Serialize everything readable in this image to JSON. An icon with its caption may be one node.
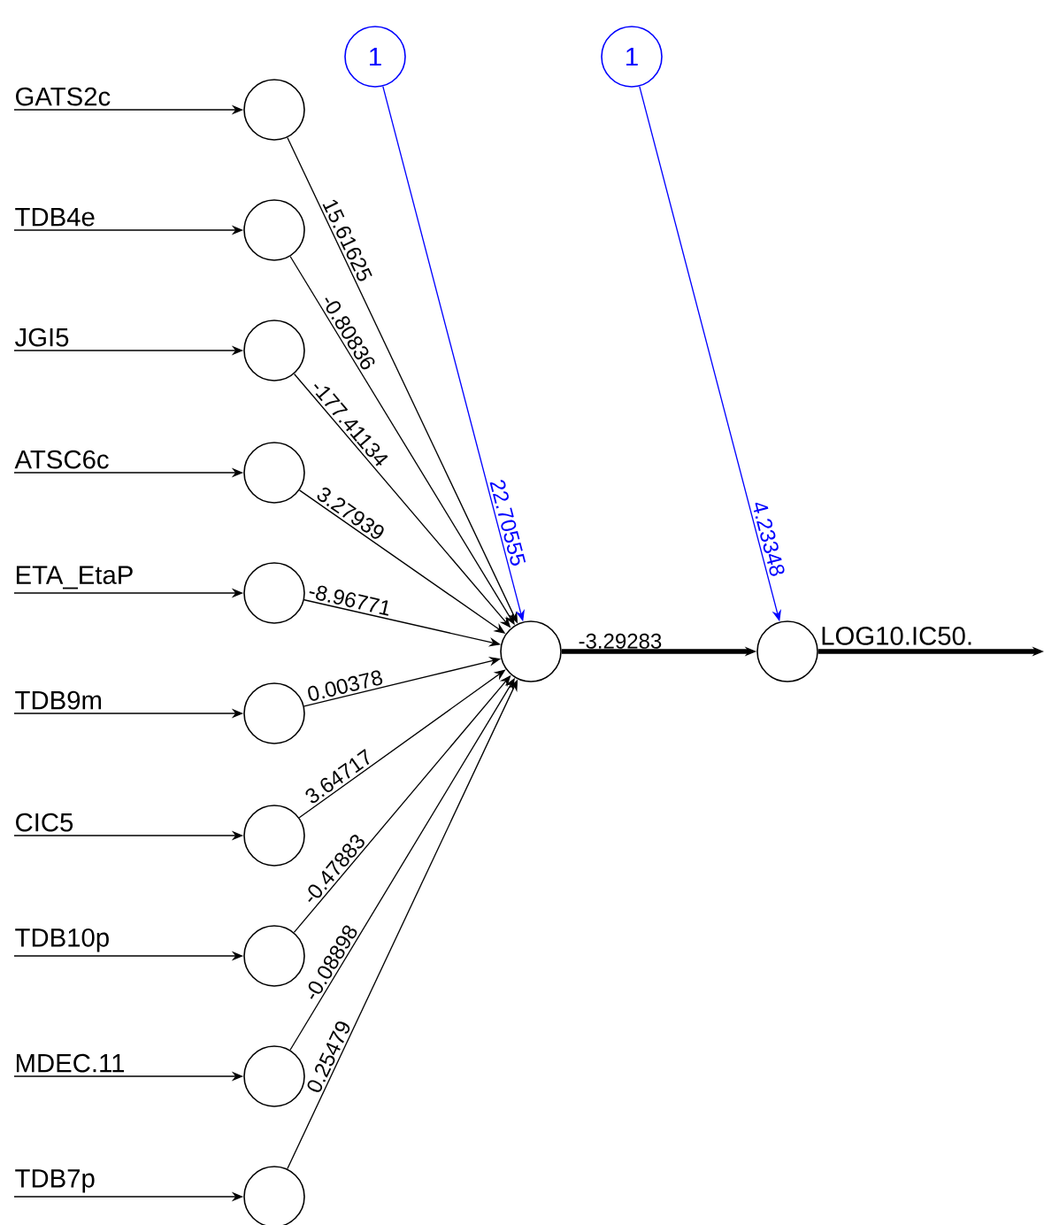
{
  "diagram": {
    "nodes": [
      {
        "text": [
          "1"
        ]
      },
      {
        "text": [
          "1"
        ]
      },
      {
        "text": [
          "GATS2c"
        ]
      },
      {
        "text": [
          "TDB4e"
        ]
      },
      {
        "text": [
          "JGI5"
        ]
      },
      {
        "text": [
          "ATSC6c"
        ]
      },
      {
        "text": [
          "ETA_EtaP"
        ]
      },
      {
        "text": [
          "TDB9m"
        ]
      },
      {
        "text": [
          "CIC5"
        ]
      },
      {
        "text": [
          "TDB10p"
        ]
      },
      {
        "text": [
          "MDEC.11"
        ]
      },
      {
        "text": [
          "TDB7p"
        ]
      },
      {
        "text": [],
        "shape": "circle"
      },
      {
        "text": [],
        "shape": "circle"
      },
      {
        "text": [],
        "shape": "circle"
      },
      {
        "text": [],
        "shape": "circle"
      },
      {
        "text": [],
        "shape": "circle"
      },
      {
        "text": [],
        "shape": "circle"
      },
      {
        "text": [],
        "shape": "circle"
      },
      {
        "text": [],
        "shape": "circle"
      },
      {
        "text": [],
        "shape": "circle"
      },
      {
        "text": [],
        "shape": "circle"
      },
      {
        "text": [],
        "shape": "circle"
      },
      {
        "text": [],
        "shape": "circle",
        "beside": [
          "LOG10.IC50."
        ]
      }
    ],
    "edges": [
      {
        "from": 2,
        "to": 12,
        "arrow": "to"
      },
      {
        "from": 3,
        "to": 13,
        "arrow": "to"
      },
      {
        "from": 4,
        "to": 14,
        "arrow": "to"
      },
      {
        "from": 5,
        "to": 15,
        "arrow": "to"
      },
      {
        "from": 6,
        "to": 16,
        "arrow": "to"
      },
      {
        "from": 7,
        "to": 17,
        "arrow": "to"
      },
      {
        "from": 8,
        "to": 18,
        "arrow": "to"
      },
      {
        "from": 9,
        "to": 19,
        "arrow": "to"
      },
      {
        "from": 10,
        "to": 20,
        "arrow": "to"
      },
      {
        "from": 11,
        "to": 21,
        "arrow": "to"
      },
      {
        "from": 12,
        "to": 22,
        "arrow": "to",
        "label": "15.61625"
      },
      {
        "from": 13,
        "to": 22,
        "arrow": "to",
        "label": "-0.80836"
      },
      {
        "from": 14,
        "to": 22,
        "arrow": "to",
        "label": "-177.41134"
      },
      {
        "from": 15,
        "to": 22,
        "arrow": "to",
        "label": "3.27939"
      },
      {
        "from": 16,
        "to": 22,
        "arrow": "to",
        "label": "-8.96771"
      },
      {
        "from": 17,
        "to": 22,
        "arrow": "to",
        "label": "0.00378"
      },
      {
        "from": 18,
        "to": 22,
        "arrow": "to",
        "label": "3.64717"
      },
      {
        "from": 19,
        "to": 22,
        "arrow": "to",
        "label": "-0.47883"
      },
      {
        "from": 20,
        "to": 22,
        "arrow": "to",
        "label": "-0.08898"
      },
      {
        "from": 21,
        "to": 22,
        "arrow": "to",
        "label": "0.25479"
      },
      {
        "from": 0,
        "to": 22,
        "arrow": "to",
        "label": "22.70555",
        "color": "#0000ff"
      },
      {
        "from": 22,
        "to": 23,
        "arrow": "to",
        "label": "-3.29283",
        "style": "thick"
      },
      {
        "from": 1,
        "to": 23,
        "arrow": "to",
        "label": "4.23348",
        "color": "#0000ff"
      },
      {
        "from": 23,
        "to": null,
        "arrow": "to",
        "style": "thick"
      }
    ]
  }
}
